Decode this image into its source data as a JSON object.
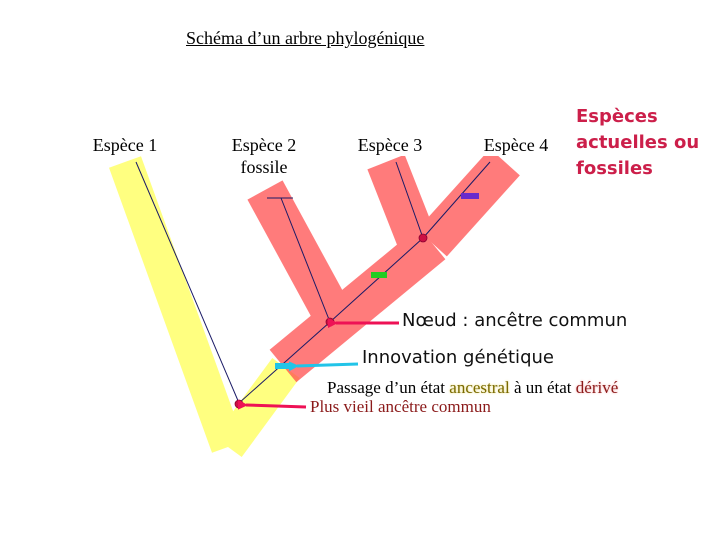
{
  "title": "Schéma d’un arbre phylogénique",
  "species": [
    {
      "label": "Espèce 1"
    },
    {
      "label": "Espèce 2 fossile"
    },
    {
      "label": "Espèce 3"
    },
    {
      "label": "Espèce 4"
    }
  ],
  "side_label": "Espèces actuelles ou fossiles",
  "node_label": "Nœud : ancêtre commun",
  "innovation_label": "Innovation génétique",
  "passage": {
    "prefix": "Passage d’un état ",
    "ancestral": "ancestral",
    "middle": " à un état ",
    "derived": "dérivé"
  },
  "oldest_ancestor_label": "Plus vieil ancêtre commun",
  "colors": {
    "yellow_band": "#ffff80",
    "red_band": "#ff5050",
    "node_dot": "#cc1144",
    "pointer_arrow": "#ee1155",
    "innovation_arrow": "#22c4e8",
    "innovation_marks": [
      "#22c4e8",
      "#22cc22",
      "#6a2acc"
    ]
  }
}
